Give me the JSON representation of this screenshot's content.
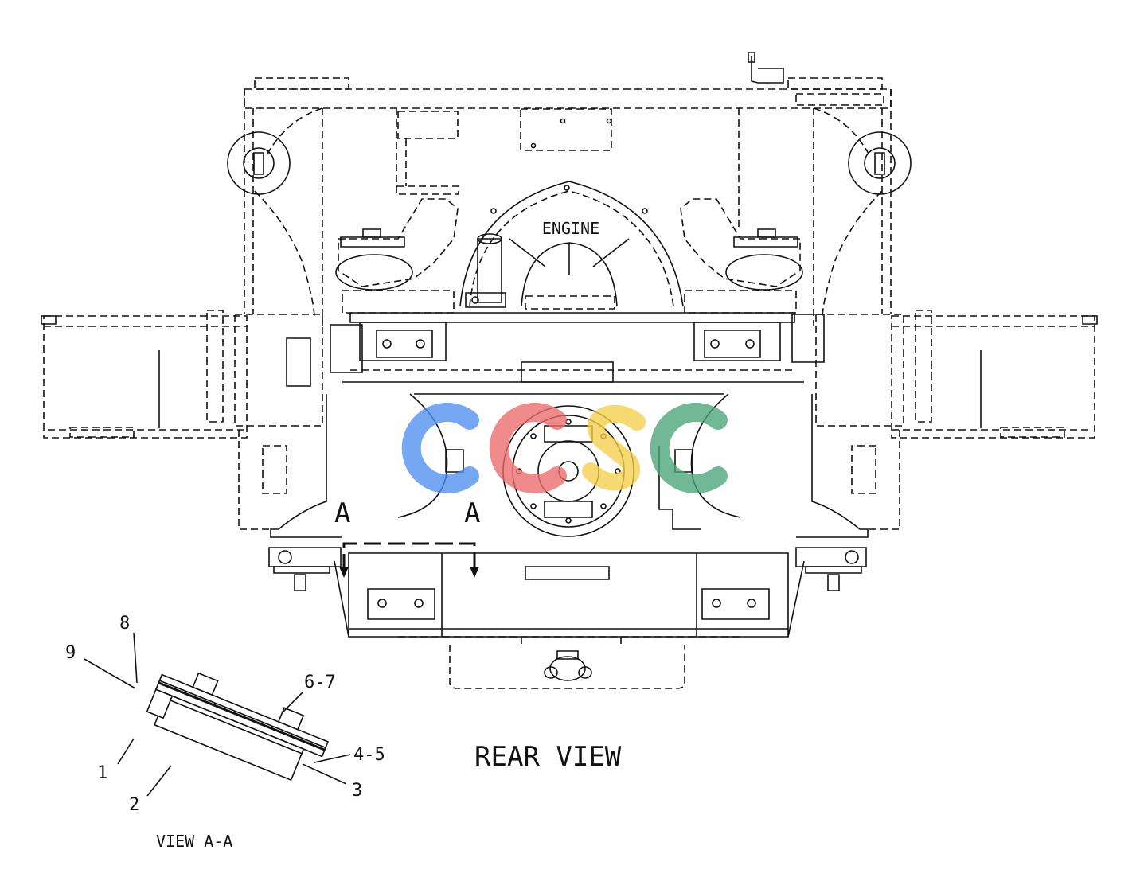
{
  "labels": {
    "engine": "ENGINE",
    "section_left": "A",
    "section_right": "A",
    "rear_view": "REAR VIEW",
    "view_aa": "VIEW A-A",
    "watermark": "CCSC"
  },
  "callouts": {
    "c8": "8",
    "c9": "9",
    "c67": "6-7",
    "c45": "4-5",
    "c1": "1",
    "c3": "3",
    "c2": "2"
  },
  "colors": {
    "line": "#111111",
    "watermark_blue": "#4f8ff0",
    "watermark_red": "#ee6b6b",
    "watermark_yellow": "#f4cf4a",
    "watermark_green": "#4aa57a"
  }
}
